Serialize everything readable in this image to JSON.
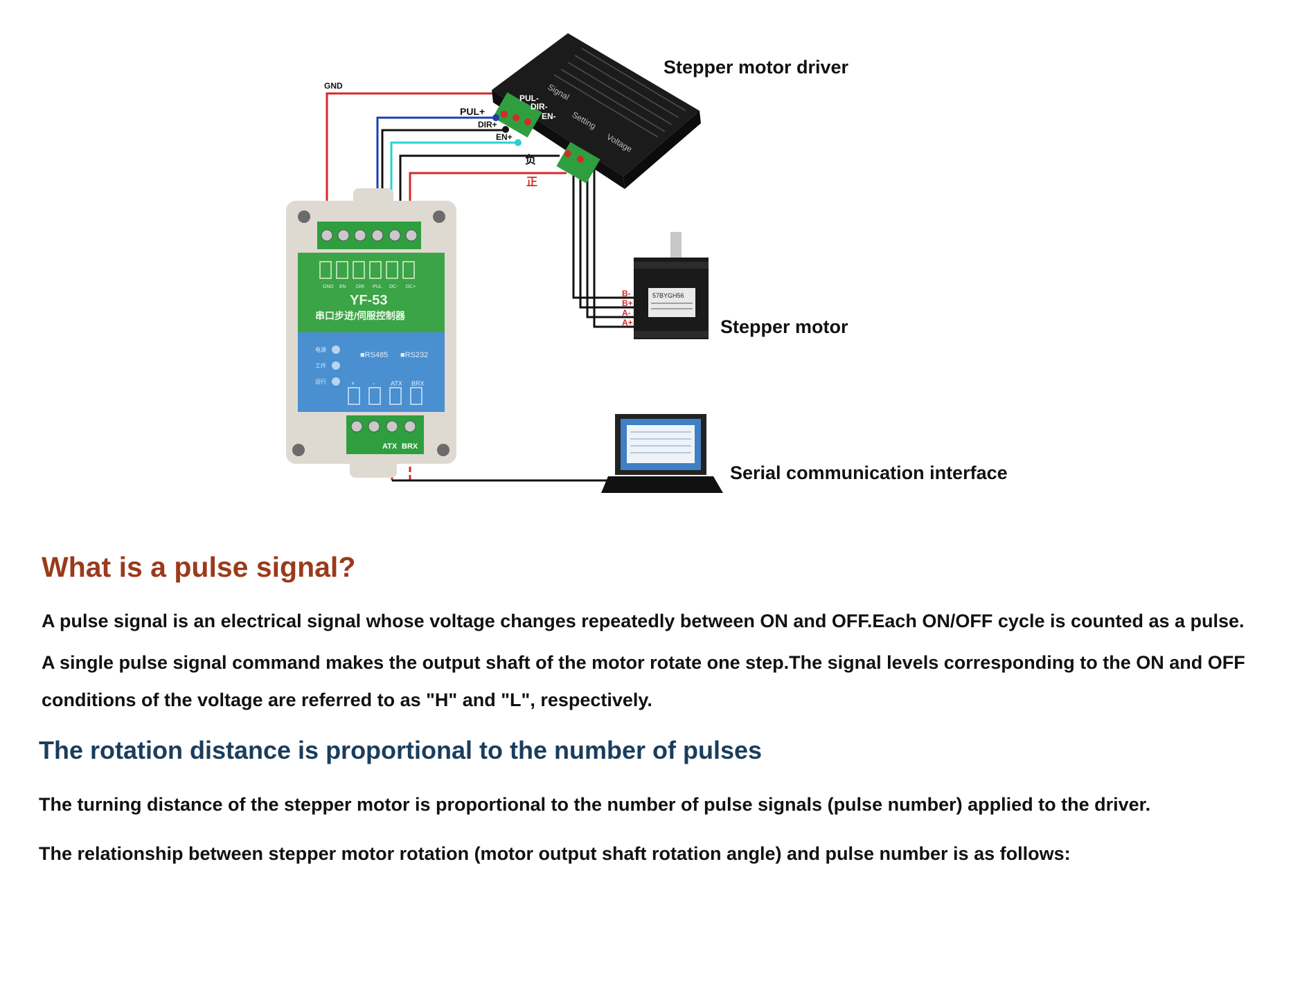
{
  "colors": {
    "heading1": "#9b3a1b",
    "heading2": "#1a3d5c",
    "wire_red": "#d42a2a",
    "wire_blue": "#1c3fb0",
    "wire_cyan": "#2ad0d0",
    "wire_black": "#111111",
    "terminal_green": "#2f9e3f",
    "controller_green": "#3aa447",
    "controller_blue": "#4a8fd0"
  },
  "diagram": {
    "labels": {
      "driver": "Stepper motor driver",
      "motor": "Stepper motor",
      "serial": "Serial communication interface"
    },
    "wires": {
      "gnd": "GND",
      "pul_plus": "PUL+",
      "dir_plus": "DIR+",
      "en_plus": "EN+",
      "pul_minus": "PUL-",
      "dir_minus": "DIR-",
      "en_minus": "EN-",
      "neg": "负",
      "pos": "正",
      "b_minus": "B-",
      "b_plus": "B+",
      "a_minus": "A-",
      "a_plus": "A+",
      "atx": "ATX",
      "brx": "BRX"
    },
    "controller": {
      "model": "YF-53",
      "subtitle": "串口步进/伺服控制器",
      "rs485": "■RS485",
      "rs232": "■RS232",
      "led_labels": [
        "电源",
        "工作",
        "运行"
      ],
      "top_pins": [
        "GND",
        "EN",
        "DIR",
        "PUL",
        "DC-",
        "DC+"
      ],
      "bottom_pins": [
        "+",
        "-",
        "ATX",
        "BRX"
      ]
    },
    "driver_panel": {
      "signal": "Signal",
      "setting": "Setting",
      "voltage": "Voltage"
    },
    "motor_plate": "57BYGH56"
  },
  "section1": {
    "heading": "What is a pulse signal?",
    "p1": "A pulse signal is an electrical signal whose voltage changes repeatedly between ON and OFF.Each ON/OFF cycle is counted as a pulse.",
    "p2": "A single pulse signal command makes the output shaft of the motor rotate one step.The signal levels corresponding  to the ON and OFF conditions of the voltage are referred to as \"H\" and \"L\", respectively."
  },
  "section2": {
    "heading": "The rotation distance is proportional to the number of pulses",
    "p1": "The turning distance of the stepper motor is proportional to the number of pulse signals (pulse number) applied to the driver.",
    "p2": "The relationship between stepper motor rotation (motor output shaft rotation angle) and pulse number is as follows:"
  }
}
